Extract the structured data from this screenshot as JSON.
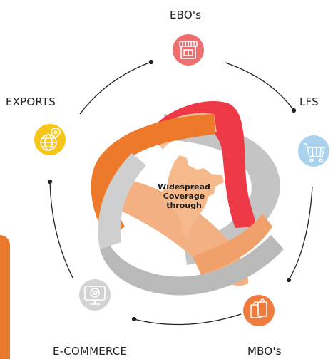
{
  "center": {
    "line1": "Widespread",
    "line2": "Coverage",
    "line3": "through"
  },
  "channels": [
    {
      "label": "EBO's",
      "icon": "storefront-icon",
      "color": "#ee6f6f"
    },
    {
      "label": "LFS",
      "icon": "shopping-cart-icon",
      "color": "#a9d2ef"
    },
    {
      "label": "MBO's",
      "icon": "shopping-bags-icon",
      "color": "#f07b3f"
    },
    {
      "label": "E-COMMERCE",
      "icon": "online-shop-monitor-icon",
      "color": "#d2d2d2"
    },
    {
      "label": "EXPORTS",
      "icon": "globe-location-icon",
      "color": "#f5c518"
    }
  ],
  "colors": {
    "ribbon_red": "#ee3a46",
    "ribbon_orange": "#ec7a2a",
    "ribbon_peach": "#f3b183",
    "ribbon_gray": "#c2c2c2",
    "india_map": "#f6b98c",
    "accent_bar": "#e8792c"
  }
}
